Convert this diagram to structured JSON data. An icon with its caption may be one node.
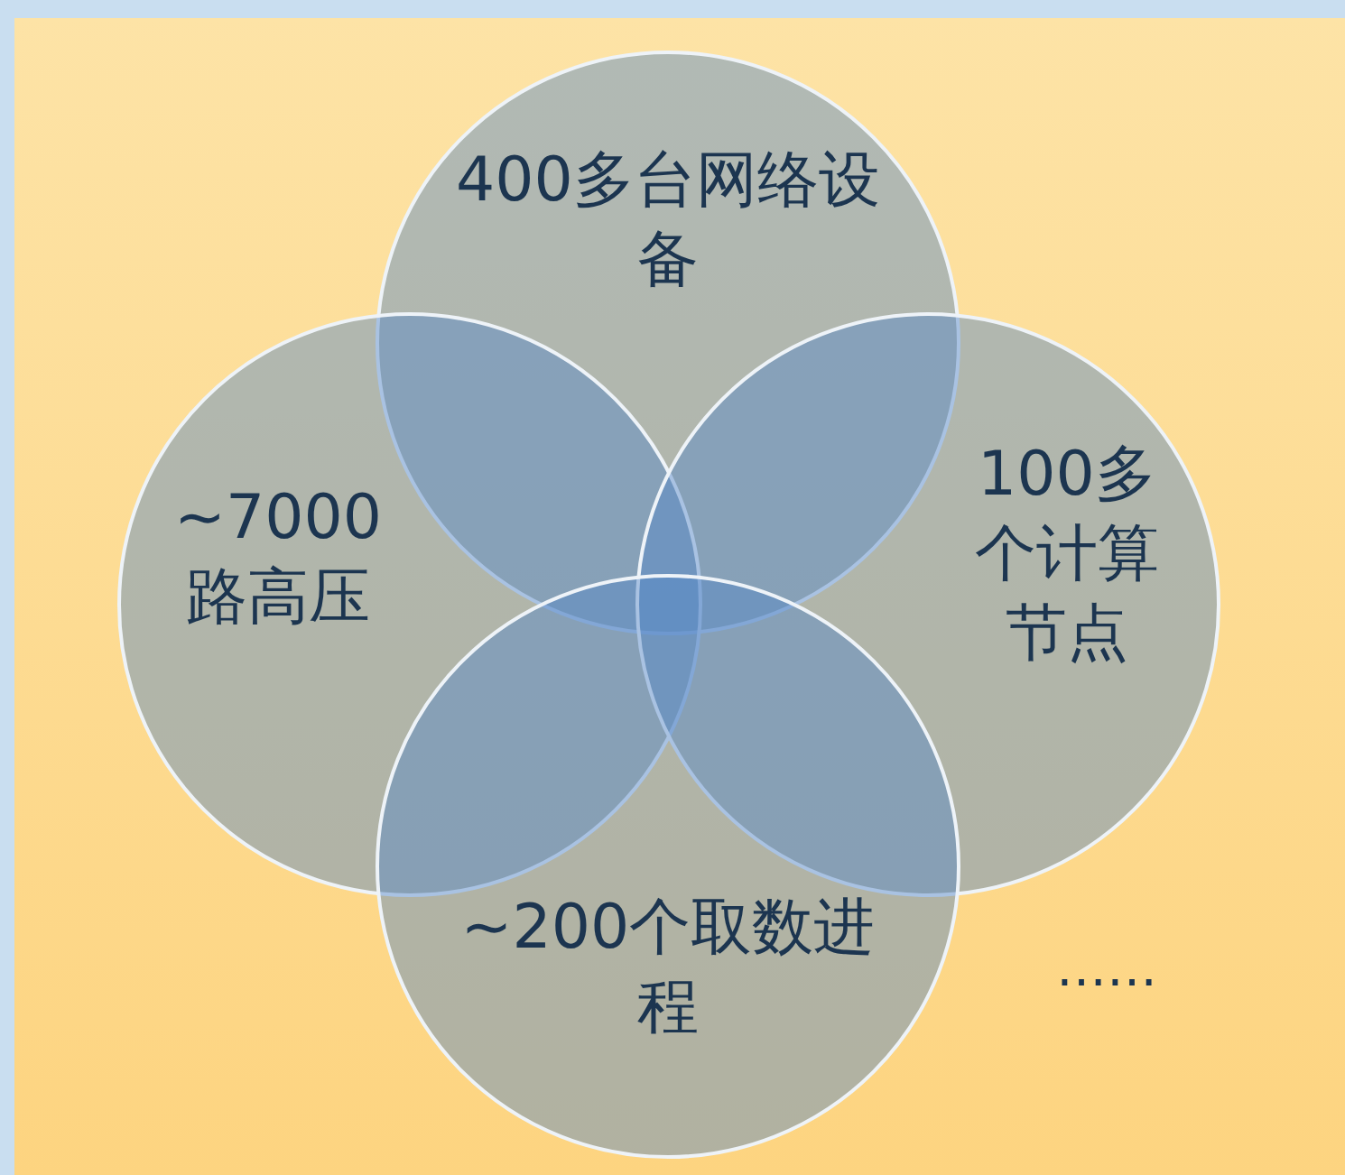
{
  "diagram": {
    "nodes": [
      {
        "text": [
          "400多台网络设备"
        ]
      },
      {
        "text": [
          "~7000路高压"
        ]
      },
      {
        "text": [
          "100多个计算节点"
        ]
      },
      {
        "text": [
          "~200个取数进程"
        ]
      }
    ],
    "labels": [
      "……"
    ]
  }
}
